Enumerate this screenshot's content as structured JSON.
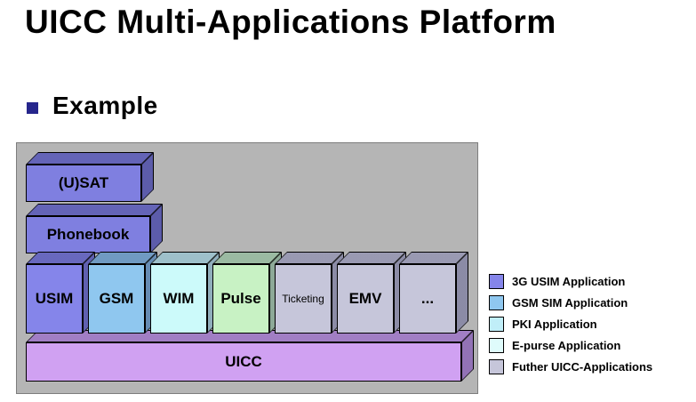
{
  "slide": {
    "title": "UICC Multi-Applications Platform",
    "bullet_label": "Example",
    "bullet_color": "#26268c"
  },
  "diagram": {
    "panel_color": "#b5b5b5",
    "stack_apps": [
      {
        "label": "(U)SAT",
        "color": "#7f7fe0"
      },
      {
        "label": "Phonebook",
        "color": "#7f7fe0"
      }
    ],
    "row_apps": [
      {
        "label": "USIM",
        "color": "#8585ea"
      },
      {
        "label": "GSM",
        "color": "#8fc7ef"
      },
      {
        "label": "WIM",
        "color": "#ccfafa"
      },
      {
        "label": "Pulse",
        "color": "#c8f2c4"
      },
      {
        "label": "Ticketing",
        "color": "#c6c6da"
      },
      {
        "label": "EMV",
        "color": "#c6c6da"
      },
      {
        "label": "...",
        "color": "#c6c6da"
      }
    ],
    "base_app": {
      "label": "UICC",
      "color": "#d0a1f2"
    }
  },
  "legend": {
    "items": [
      {
        "label": "3G USIM Application",
        "color": "#8585ea"
      },
      {
        "label": "GSM SIM Application",
        "color": "#8fc7ef"
      },
      {
        "label": "PKI Application",
        "color": "#c0eef8"
      },
      {
        "label": "E-purse Application",
        "color": "#dffbfb"
      },
      {
        "label": "Futher UICC-Applications",
        "color": "#c6c6da"
      }
    ]
  }
}
